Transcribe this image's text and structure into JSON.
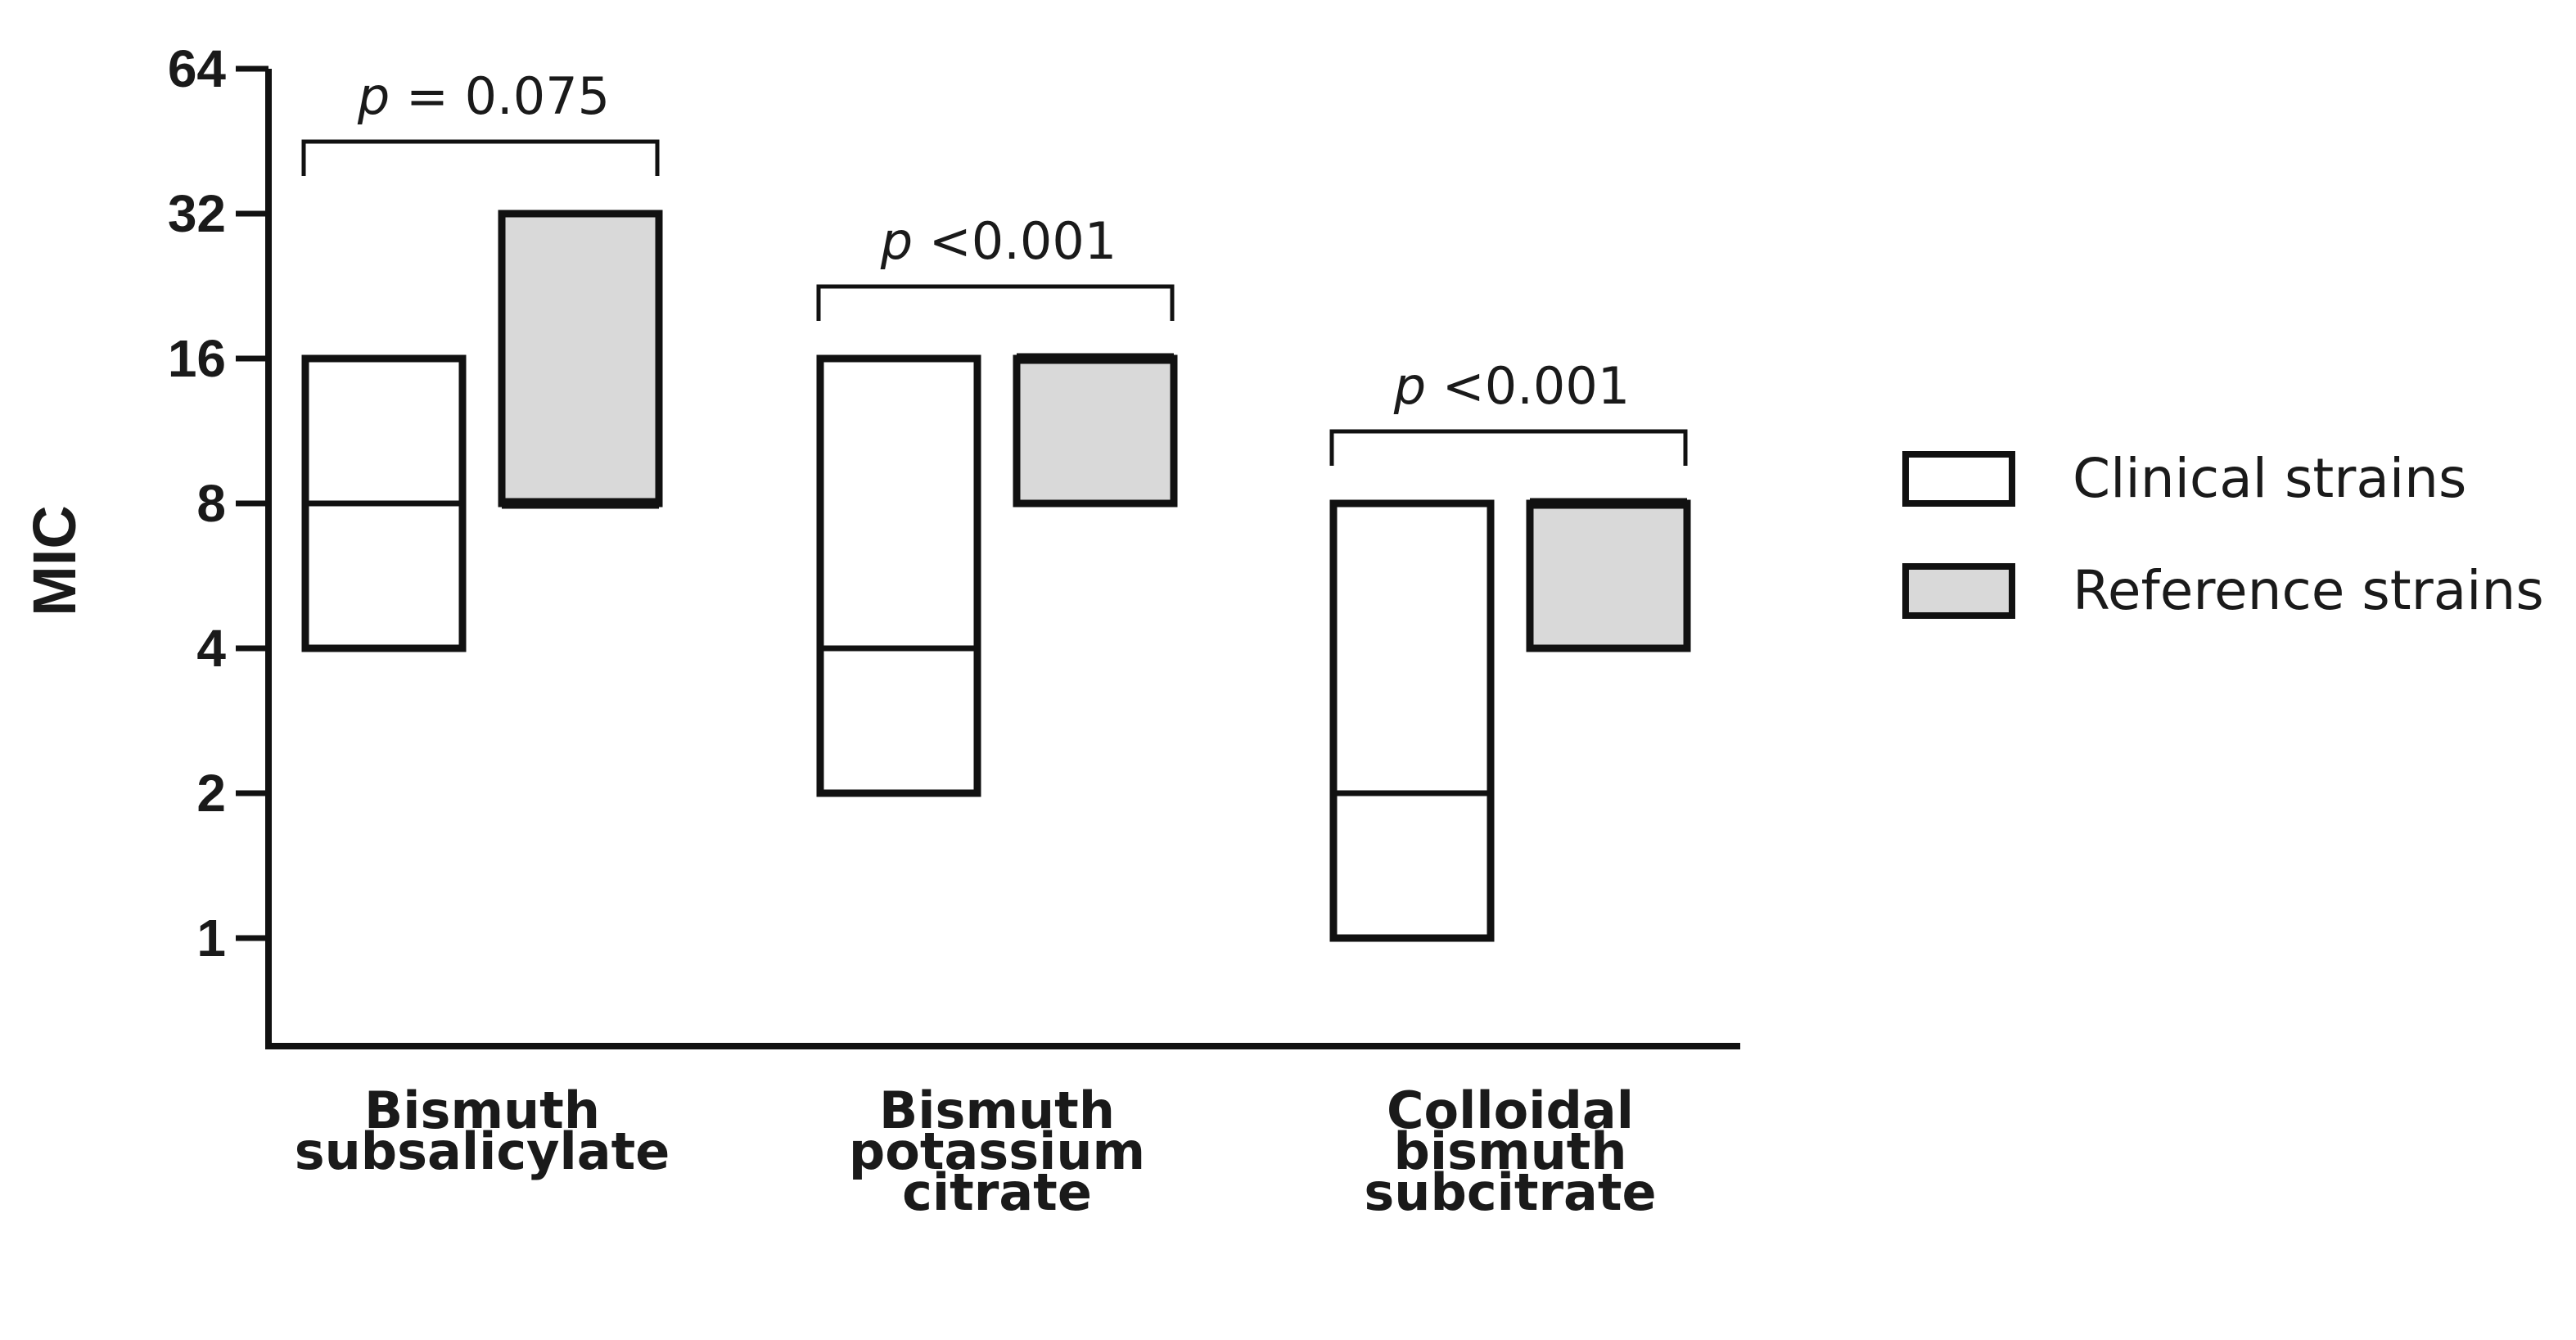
{
  "chart_data": {
    "type": "floating-bar",
    "ylabel": "MIC",
    "yscale": "log2",
    "ylim": [
      0.5,
      64
    ],
    "yticks": [
      1,
      2,
      4,
      8,
      16,
      32,
      64
    ],
    "ytick_labels": [
      "1",
      "2",
      "4",
      "8",
      "16",
      "32",
      "64"
    ],
    "categories": [
      [
        "Bismuth",
        "subsalicylate"
      ],
      [
        "Bismuth",
        "potassium",
        "citrate"
      ],
      [
        "Colloidal",
        "bismuth",
        "subcitrate"
      ]
    ],
    "series": [
      {
        "name": "Clinical strains",
        "color": "#ffffff",
        "ranges": [
          {
            "min": 4,
            "max": 16,
            "median": 8
          },
          {
            "min": 2,
            "max": 16,
            "median": 4
          },
          {
            "min": 1,
            "max": 8,
            "median": 2
          }
        ]
      },
      {
        "name": "Reference strains",
        "color": "#d9d9d9",
        "ranges": [
          {
            "min": 8,
            "max": 32,
            "median": 8
          },
          {
            "min": 8,
            "max": 16,
            "median": 16
          },
          {
            "min": 4,
            "max": 8,
            "median": 8
          }
        ]
      }
    ],
    "annotations": [
      {
        "p": "p",
        "text": " = 0.075"
      },
      {
        "p": "p",
        "text": " <0.001"
      },
      {
        "p": "p",
        "text": " <0.001"
      }
    ],
    "legend_position": "right",
    "grid": false
  }
}
